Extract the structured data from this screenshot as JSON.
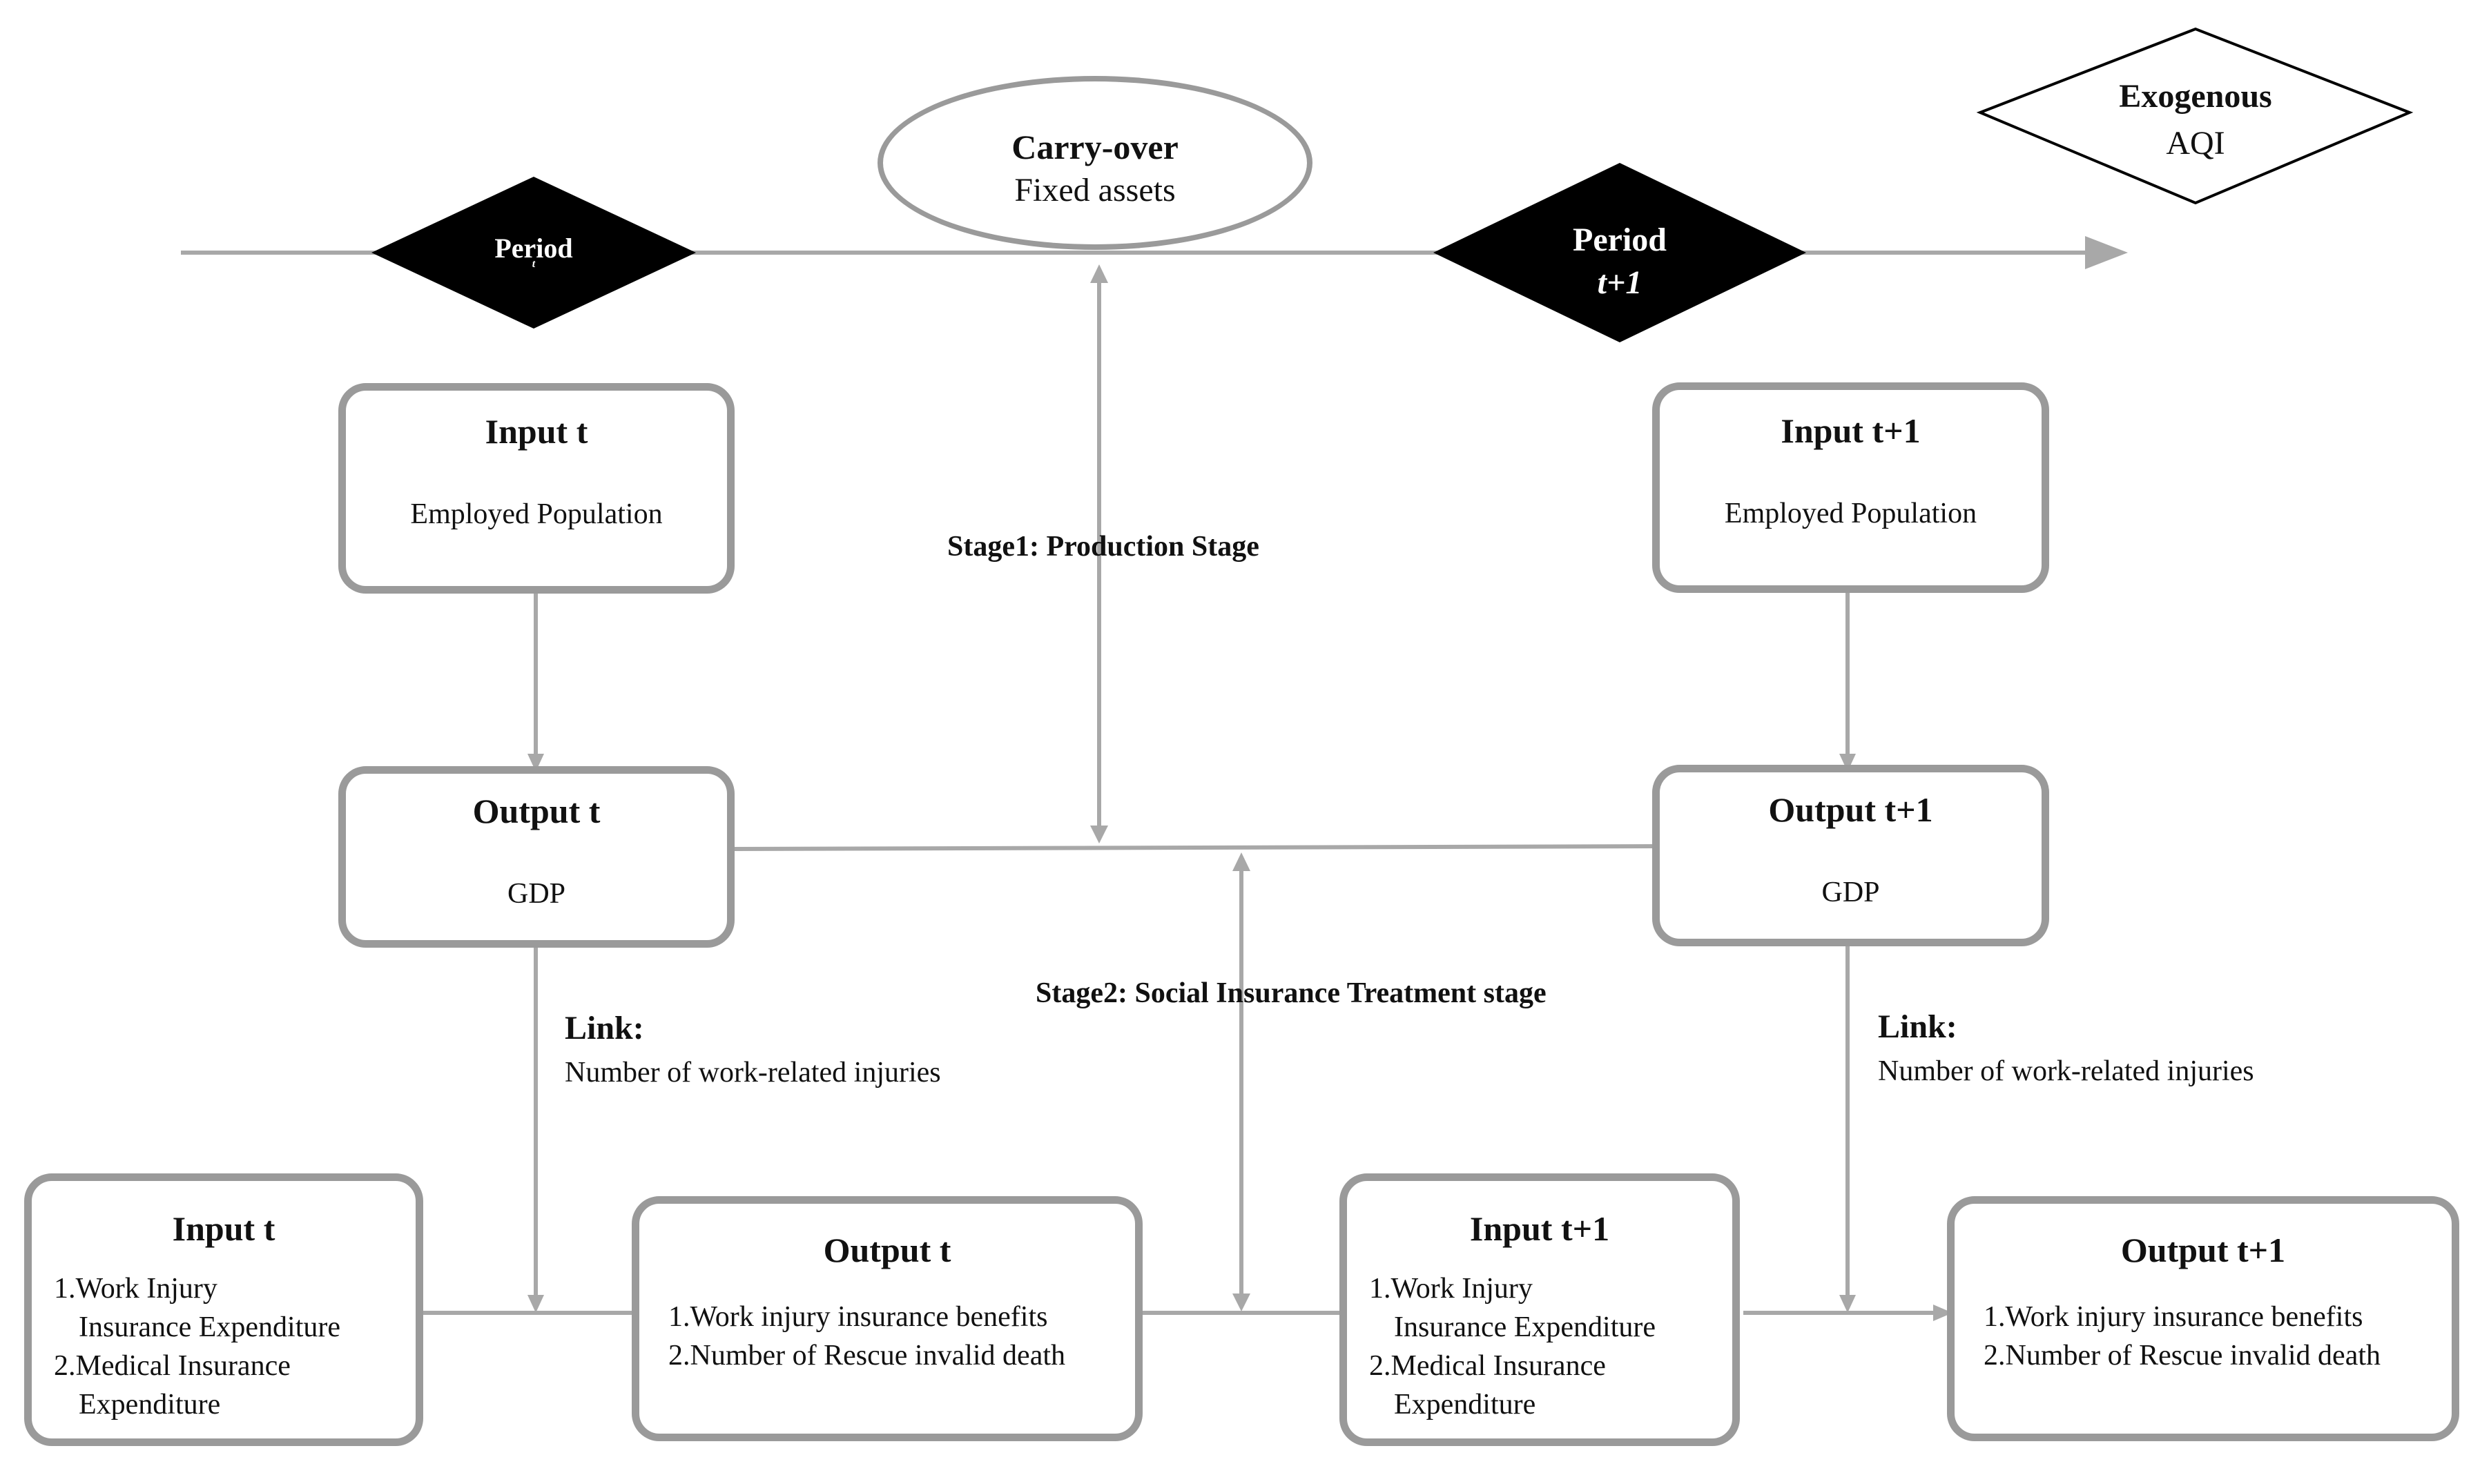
{
  "carry_over": {
    "title": "Carry-over",
    "subtitle": "Fixed assets"
  },
  "exogenous": {
    "title": "Exogenous",
    "subtitle": "AQI"
  },
  "period_t": {
    "label": "Period",
    "sub": "t"
  },
  "period_t1": {
    "label": "Period",
    "sub": "t+1"
  },
  "stage1_label": "Stage1: Production Stage",
  "stage2_label": "Stage2: Social Insurance Treatment stage",
  "stage1_t": {
    "input_title": "Input t",
    "input_value": "Employed Population",
    "output_title": "Output t",
    "output_value": "GDP",
    "link_title": "Link:",
    "link_value": "Number of work-related injuries"
  },
  "stage1_t1": {
    "input_title": "Input t+1",
    "input_value": "Employed Population",
    "output_title": "Output t+1",
    "output_value": "GDP",
    "link_title": "Link:",
    "link_value": "Number of work-related injuries"
  },
  "stage2_t": {
    "input_title": "Input t",
    "input_items": [
      "1.Work Injury",
      "Insurance Expenditure",
      "2.Medical Insurance",
      "Expenditure"
    ],
    "output_title": "Output t",
    "output_items": [
      "1.Work injury insurance benefits",
      "2.Number of Rescue invalid death"
    ]
  },
  "stage2_t1": {
    "input_title": "Input t+1",
    "input_items": [
      "1.Work Injury",
      "Insurance Expenditure",
      "2.Medical Insurance",
      "Expenditure"
    ],
    "output_title": "Output t+1",
    "output_items": [
      "1.Work injury insurance benefits",
      "2.Number of Rescue invalid death"
    ]
  }
}
